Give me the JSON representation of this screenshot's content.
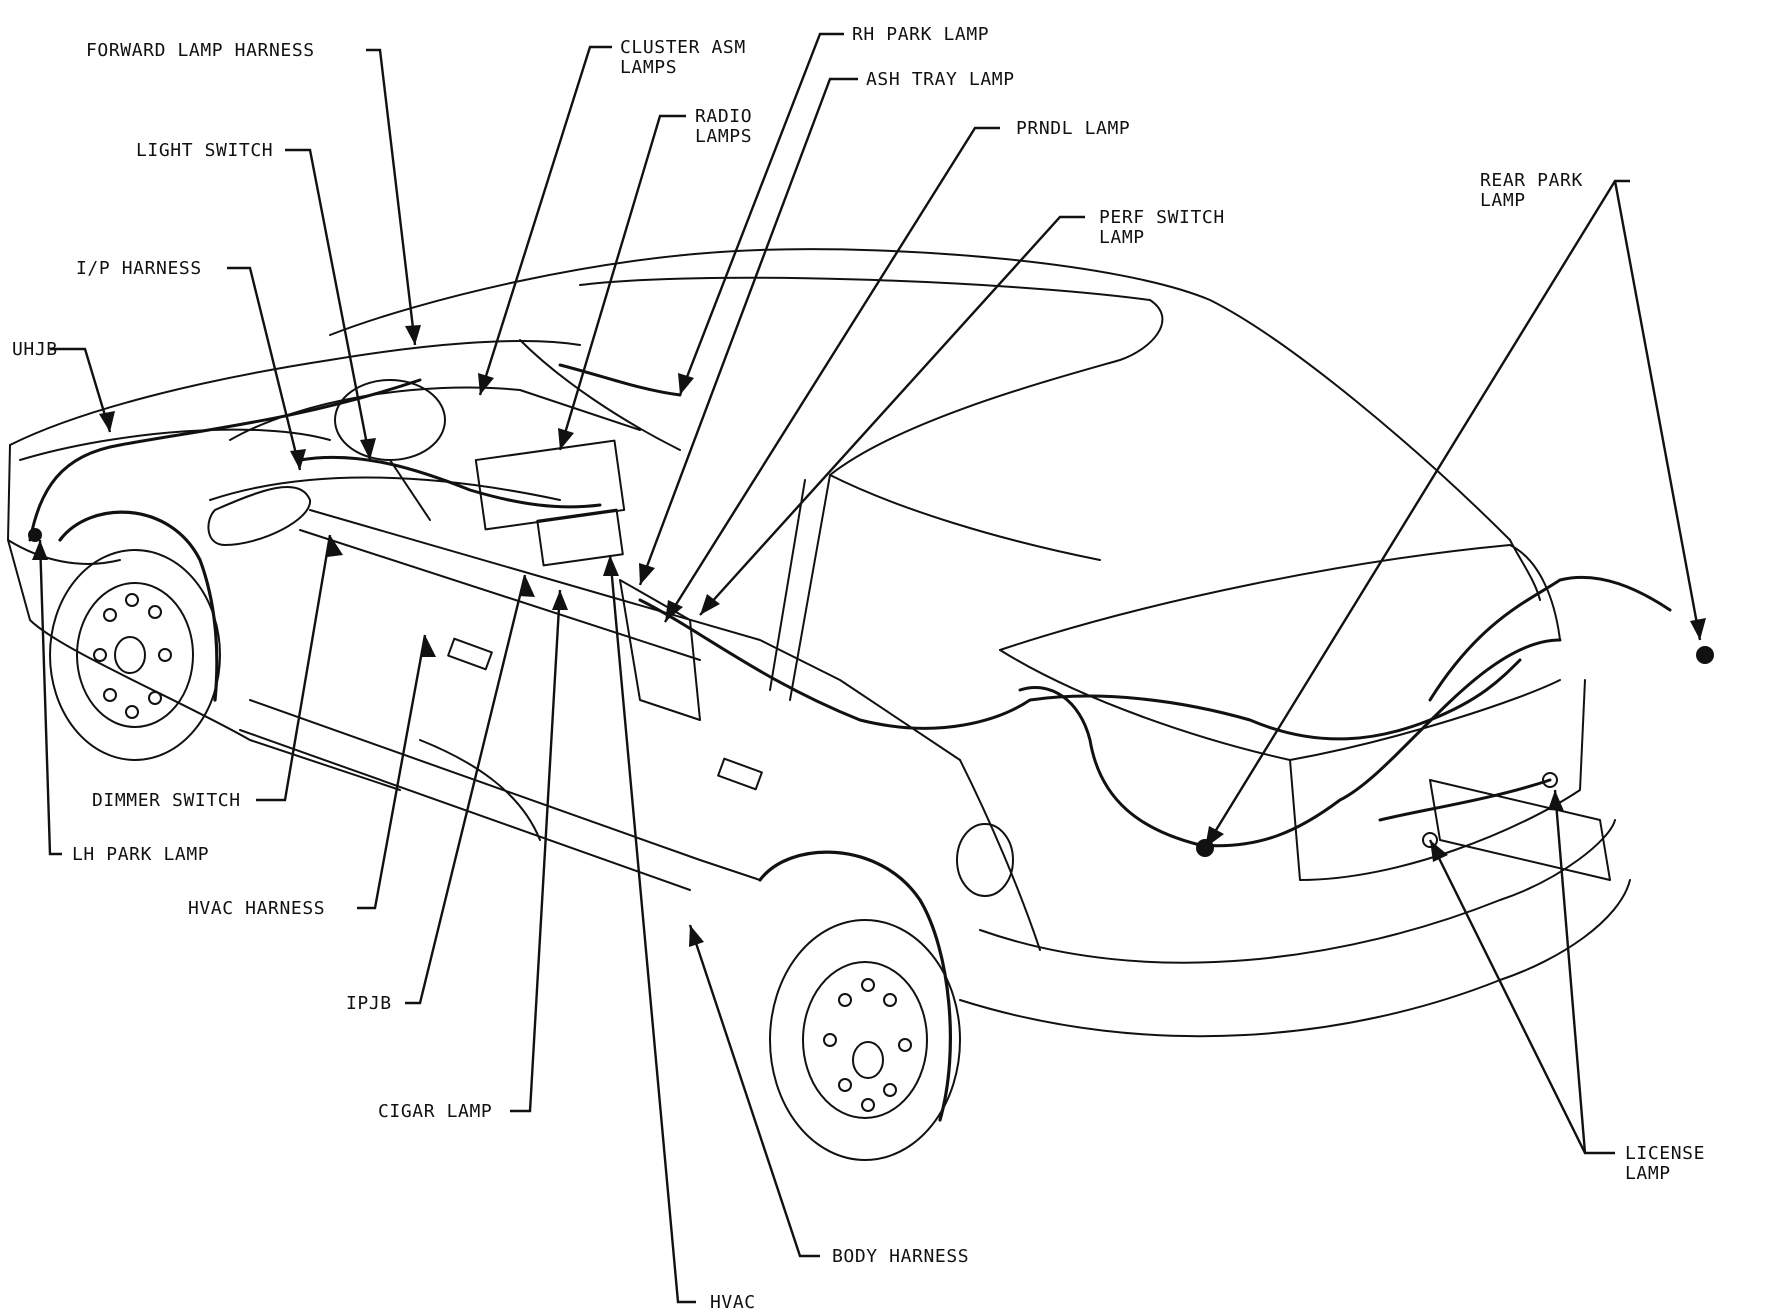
{
  "labels": {
    "forward_lamp_harness": "FORWARD LAMP HARNESS",
    "light_switch": "LIGHT SWITCH",
    "ip_harness": "I/P HARNESS",
    "uhjb": "UHJB",
    "cluster_asm_lamps": [
      "CLUSTER ASM",
      "LAMPS"
    ],
    "radio_lamps": [
      "RADIO",
      "LAMPS"
    ],
    "rh_park_lamp": "RH PARK LAMP",
    "ash_tray_lamp": "ASH TRAY LAMP",
    "prndl_lamp": "PRNDL LAMP",
    "perf_switch_lamp": [
      "PERF SWITCH",
      "LAMP"
    ],
    "rear_park_lamp": [
      "REAR PARK",
      "LAMP"
    ],
    "dimmer_switch": "DIMMER SWITCH",
    "lh_park_lamp": "LH PARK LAMP",
    "hvac_harness": "HVAC HARNESS",
    "ipjb": "IPJB",
    "cigar_lamp": "CIGAR LAMP",
    "body_harness": "BODY HARNESS",
    "hvac": "HVAC",
    "license_lamp": [
      "LICENSE",
      "LAMP"
    ]
  }
}
